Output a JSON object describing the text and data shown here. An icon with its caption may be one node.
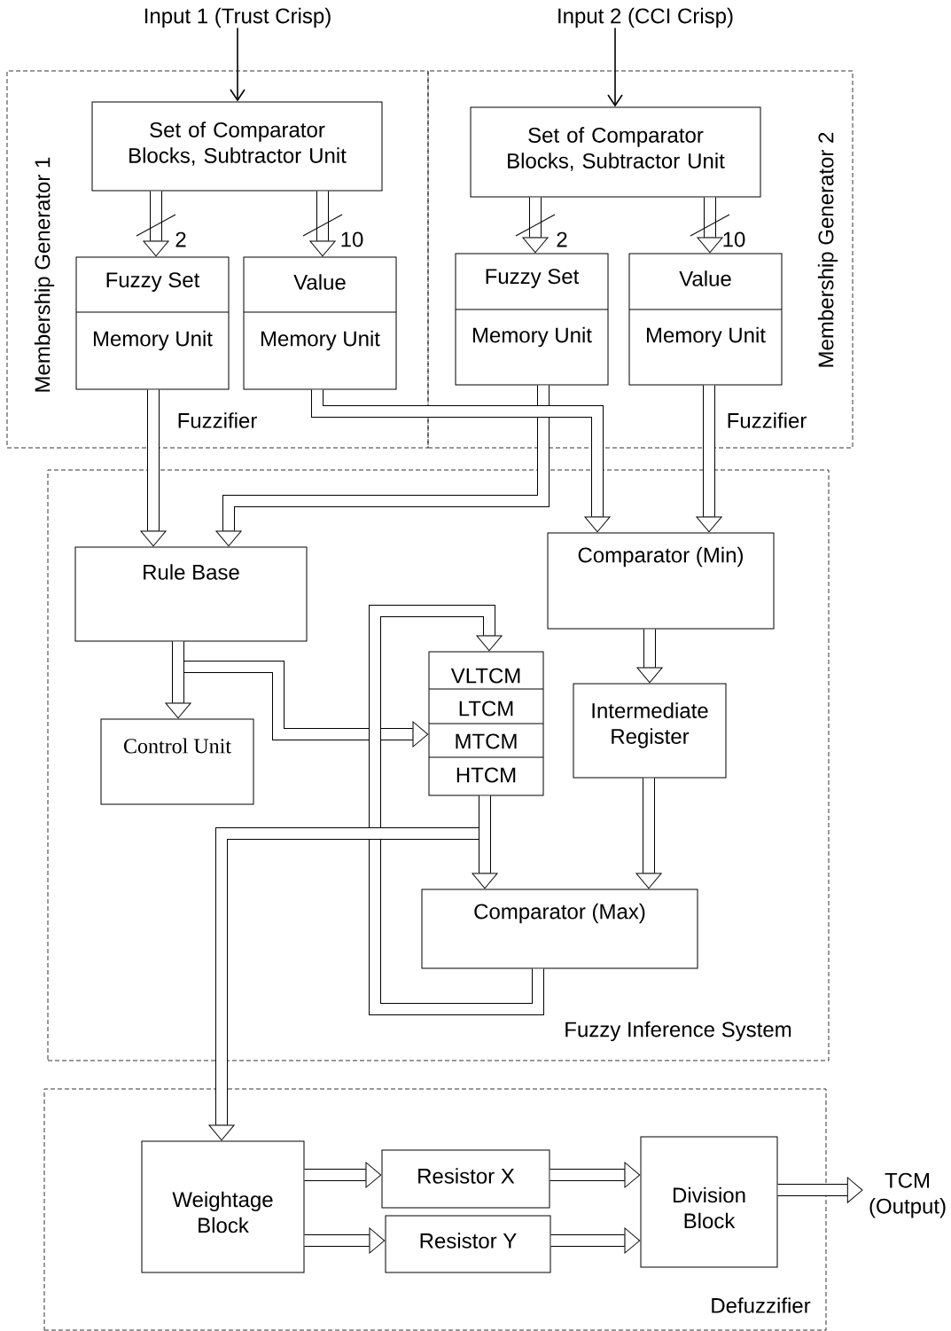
{
  "diagram": {
    "nodes": [
      {
        "text": [
          "Membership Generator 1",
          "Fuzzifier"
        ]
      },
      {
        "text": [
          "Membership Generator 2",
          "Fuzzifier"
        ]
      },
      {
        "text": [
          "Fuzzy Inference System"
        ]
      },
      {
        "text": [
          "Defuzzifier"
        ]
      },
      {
        "text": [
          "Input 1 (Trust Crisp)"
        ]
      },
      {
        "text": [
          "Input 2 (CCI Crisp)"
        ]
      },
      {
        "text": [
          "Set of Comparator Blocks, Subtractor Unit"
        ],
        "in": 0
      },
      {
        "text": [
          "Fuzzy Set",
          "Memory Unit"
        ],
        "in": 0
      },
      {
        "text": [
          "Value",
          "Memory Unit"
        ],
        "in": 0
      },
      {
        "text": [
          "Set of Comparator Blocks, Subtractor Unit"
        ],
        "in": 1
      },
      {
        "text": [
          "Fuzzy Set",
          "Memory Unit"
        ],
        "in": 1
      },
      {
        "text": [
          "Value",
          "Memory Unit"
        ],
        "in": 1
      },
      {
        "text": [
          "Rule Base"
        ],
        "in": 2
      },
      {
        "text": [
          "Comparator (Min)"
        ],
        "in": 2
      },
      {
        "text": [
          "Control Unit"
        ],
        "in": 2
      },
      {
        "text": [
          "VLTCM",
          "LTCM",
          "MTCM",
          "HTCM"
        ],
        "in": 2
      },
      {
        "text": [
          "Intermediate Register"
        ],
        "in": 2
      },
      {
        "text": [
          "Comparator (Max)"
        ],
        "in": 2
      },
      {
        "text": [
          "Weightage Block"
        ],
        "in": 3
      },
      {
        "text": [
          "Resistor X"
        ],
        "in": 3
      },
      {
        "text": [
          "Resistor Y"
        ],
        "in": 3
      },
      {
        "text": [
          "Division Block"
        ],
        "in": 3
      },
      {
        "text": [
          "TCM (Output)"
        ]
      }
    ],
    "edges": [
      {
        "from": 4,
        "to": 6,
        "arrow": "to"
      },
      {
        "from": 5,
        "to": 9,
        "arrow": "to"
      },
      {
        "from": 6,
        "to": 7,
        "arrow": "to",
        "label": "2"
      },
      {
        "from": 6,
        "to": 8,
        "arrow": "to",
        "label": "10"
      },
      {
        "from": 9,
        "to": 10,
        "arrow": "to",
        "label": "2"
      },
      {
        "from": 9,
        "to": 11,
        "arrow": "to",
        "label": "10"
      },
      {
        "from": 7,
        "to": 12,
        "arrow": "to"
      },
      {
        "from": 10,
        "to": 12,
        "arrow": "to"
      },
      {
        "from": 8,
        "to": 13,
        "arrow": "to"
      },
      {
        "from": 11,
        "to": 13,
        "arrow": "to"
      },
      {
        "from": 12,
        "to": 15,
        "arrow": "to"
      },
      {
        "from": 12,
        "to": 14,
        "arrow": "to"
      },
      {
        "from": 13,
        "to": 16,
        "arrow": "to"
      },
      {
        "from": 16,
        "to": 17,
        "arrow": "to"
      },
      {
        "from": 17,
        "to": 15,
        "arrow": "to"
      },
      {
        "from": 15,
        "to": 18,
        "arrow": "to"
      },
      {
        "from": 15,
        "to": 17,
        "arrow": "to"
      },
      {
        "from": 18,
        "to": 19,
        "arrow": "to"
      },
      {
        "from": 18,
        "to": 20,
        "arrow": "to"
      },
      {
        "from": 19,
        "to": 21,
        "arrow": "to"
      },
      {
        "from": 20,
        "to": 21,
        "arrow": "to"
      },
      {
        "from": 21,
        "to": 22,
        "arrow": "to"
      }
    ]
  }
}
